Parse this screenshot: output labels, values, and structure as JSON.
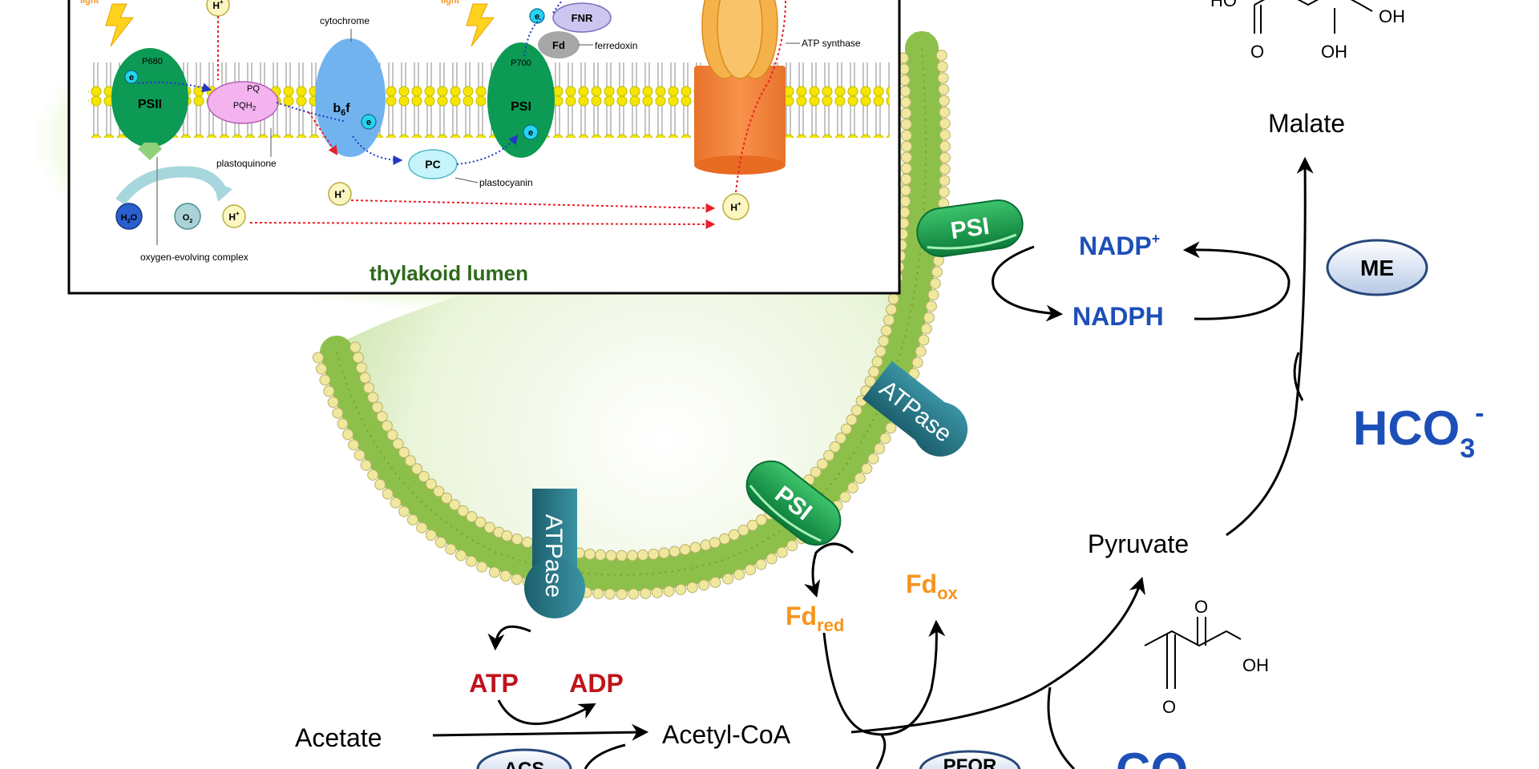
{
  "inset": {
    "light_1": "light",
    "light_2": "light",
    "p680": "P680",
    "psii": "PSII",
    "pq": "PQ",
    "pqh2": "PQH",
    "pqh2_sub": "2",
    "cytochrome": "cytochrome",
    "b6f": "b",
    "b6f_sub": "6",
    "b6f_f": "f",
    "plastoquinone": "plastoquinone",
    "pc": "PC",
    "plastocyanin": "plastocyanin",
    "p700": "P700",
    "psi": "PSI",
    "fnr": "FNR",
    "fd": "Fd",
    "ferredoxin": "ferredoxin",
    "atp_synthase": "ATP synthase",
    "h2o": "H",
    "h2o_sub": "2",
    "h2o_o": "O",
    "o2": "O",
    "o2_sub": "2",
    "h_plus": "H",
    "plus": "+",
    "electron": "e",
    "minus": "-",
    "oec": "oxygen-evolving complex",
    "lumen": "thylakoid lumen"
  },
  "membrane": {
    "psi_top": "PSI",
    "atpase_right": "ATPase",
    "psi_bottom": "PSI",
    "atpase_left": "ATPase"
  },
  "pathway": {
    "malate": "Malate",
    "nadp": "NADP",
    "nadp_sup": "+",
    "nadph": "NADPH",
    "me": "ME",
    "hco3": "HCO",
    "hco3_sub": "3",
    "hco3_sup": "-",
    "pyruvate": "Pyruvate",
    "fd_red": "Fd",
    "fd_red_sub": "red",
    "fd_ox": "Fd",
    "fd_ox_sub": "ox",
    "atp": "ATP",
    "adp": "ADP",
    "acetate": "Acetate",
    "acetyl_coa": "Acetyl-CoA",
    "acs": "ACS",
    "pfor": "PFOR",
    "co2": "CO",
    "malate_atoms": {
      "ho": "HO",
      "oh": "OH",
      "o": "O",
      "oh2": "OH"
    },
    "pyruvate_atoms": {
      "o1": "O",
      "o2": "O",
      "oh": "OH"
    }
  },
  "colors": {
    "red_label": "#c0121b",
    "orange_label": "#f7941d",
    "blue_label": "#1d4fb8",
    "psi_green": "#0c9447",
    "atpase_teal": "#267a8a",
    "membrane_green": "#8cc04a",
    "lipid_head": "#efe89e",
    "lumen_text": "#2d6a1c",
    "thylakoid_yellow": "#f5e600"
  }
}
